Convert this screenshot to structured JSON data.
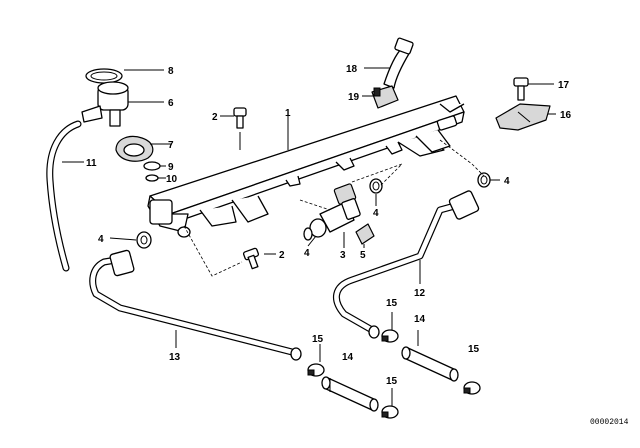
{
  "labels": {
    "l1": "1",
    "l2a": "2",
    "l2b": "2",
    "l3": "3",
    "l4a": "4",
    "l4b": "4",
    "l4c": "4",
    "l4d": "4",
    "l5": "5",
    "l6": "6",
    "l7": "7",
    "l8": "8",
    "l9": "9",
    "l10": "10",
    "l11": "11",
    "l12": "12",
    "l13": "13",
    "l14a": "14",
    "l14b": "14",
    "l15a": "15",
    "l15b": "15",
    "l15c": "15",
    "l15d": "15",
    "l16": "16",
    "l17": "17",
    "l18": "18",
    "l19": "19"
  },
  "catalog_number": "00002014"
}
